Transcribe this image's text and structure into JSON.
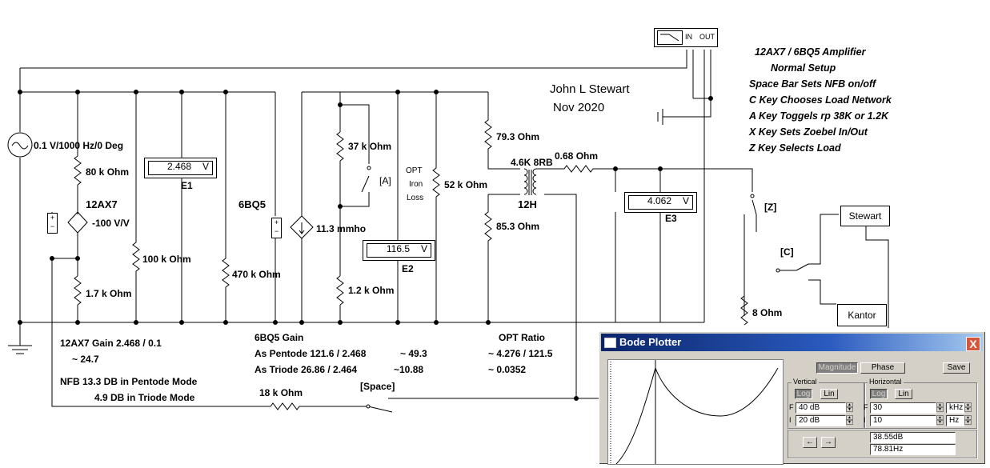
{
  "title": {
    "line1": "12AX7 / 6BQ5 Amplifier",
    "line2": "Normal Setup",
    "line3": "Space Bar Sets NFB on/off",
    "line4": "C Key Chooses Load Network",
    "line5": "A Key Toggels rp 38K or 1.2K",
    "line6": "X Key Sets Zoebel In/Out",
    "line7": "Z Key Selects Load"
  },
  "author": {
    "name": "John L Stewart",
    "date": "Nov 2020"
  },
  "source": {
    "label": "0.1 V/1000 Hz/0 Deg"
  },
  "components": {
    "r80k": "80 k Ohm",
    "tube1": "12AX7",
    "gain1": "-100 V/V",
    "r100k": "100 k Ohm",
    "r1_7k": "1.7 k Ohm",
    "tube2": "6BQ5",
    "gm": "11.3 mmho",
    "r470k": "470 k Ohm",
    "r37k": "37 k Ohm",
    "switchA": "[A]",
    "r1_2k": "1.2 k Ohm",
    "opt1": "OPT",
    "opt2": "Iron",
    "opt3": "Loss",
    "r52k": "52 k Ohm",
    "r79": "79.3  Ohm",
    "r85": "85.3  Ohm",
    "xfmr": "4.6K 8RB",
    "ind": "12H",
    "r068": "0.68  Ohm",
    "switchZ": "[Z]",
    "switchC": "[C]",
    "r8": "8  Ohm",
    "r18k": "18 k Ohm",
    "switchSpace": "[Space]",
    "osc_in": "IN",
    "osc_out": "OUT",
    "load1": "Stewart",
    "load2": "Kantor"
  },
  "meters": {
    "e1": {
      "value": "2.468",
      "unit": "V",
      "label": "E1"
    },
    "e2": {
      "value": "116.5",
      "unit": "V",
      "label": "E2"
    },
    "e3": {
      "value": "4.062",
      "unit": "V",
      "label": "E3"
    }
  },
  "notes": {
    "g1": "12AX7 Gain 2.468 / 0.1",
    "g2": "~ 24.7",
    "nfb1": "NFB  13.3 DB in Pentode Mode",
    "nfb2": "4.9 DB in Triode Mode",
    "p0": "6BQ5 Gain",
    "p1": "As Pentode 121.6 / 2.468",
    "p1r": "~ 49.3",
    "p2": "As Triode    26.86 / 2.464",
    "p2r": "~10.88",
    "o0": "OPT Ratio",
    "o1": "~ 4.276 / 121.5",
    "o2": "~ 0.0352"
  },
  "bode": {
    "title": "Bode Plotter",
    "close": "X",
    "magnitude": "Magnitude",
    "phase": "Phase",
    "save": "Save",
    "vertical": "Vertical",
    "horizontal": "Horizontal",
    "log": "Log",
    "lin": "Lin",
    "f": "F",
    "i": "I",
    "v_f": "40 dB",
    "v_i": "20 dB",
    "h_f": "30",
    "h_f_unit": "kHz",
    "h_i": "10",
    "h_i_unit": "Hz",
    "readout_db": "38.55dB",
    "readout_hz": "78.81Hz",
    "arrow_left": "←",
    "arrow_right": "→"
  }
}
